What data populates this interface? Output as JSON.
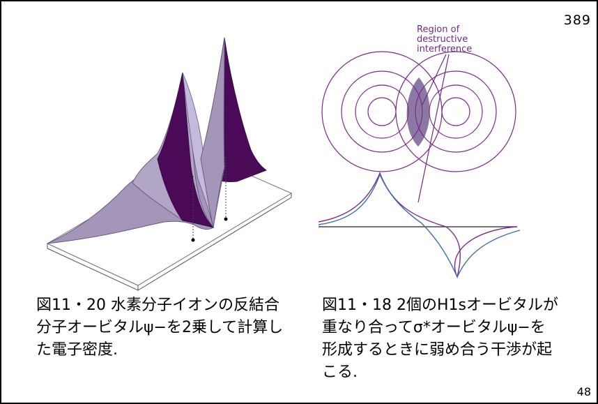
{
  "page_number": "389",
  "slide_number": "48",
  "left_figure": {
    "caption": "図11・20 水素分子イオンの反結合分子オービタルψ−を2乗して計算した電子密度."
  },
  "right_figure": {
    "annotation_line1": "Region of",
    "annotation_line2": "destructive",
    "annotation_line3": "interference",
    "caption": "図11・18 2個のH1sオービタルが重なり合ってσ*オービタルψ−を形成するときに弱め合う干渉が起こる."
  },
  "colors": {
    "purple_dark": "#4b0a57",
    "purple_light": "#a496b8",
    "line_purple": "#7a2a8c",
    "line_blue": "#3a6ea8",
    "overlap_fill": "#7f6a99"
  }
}
